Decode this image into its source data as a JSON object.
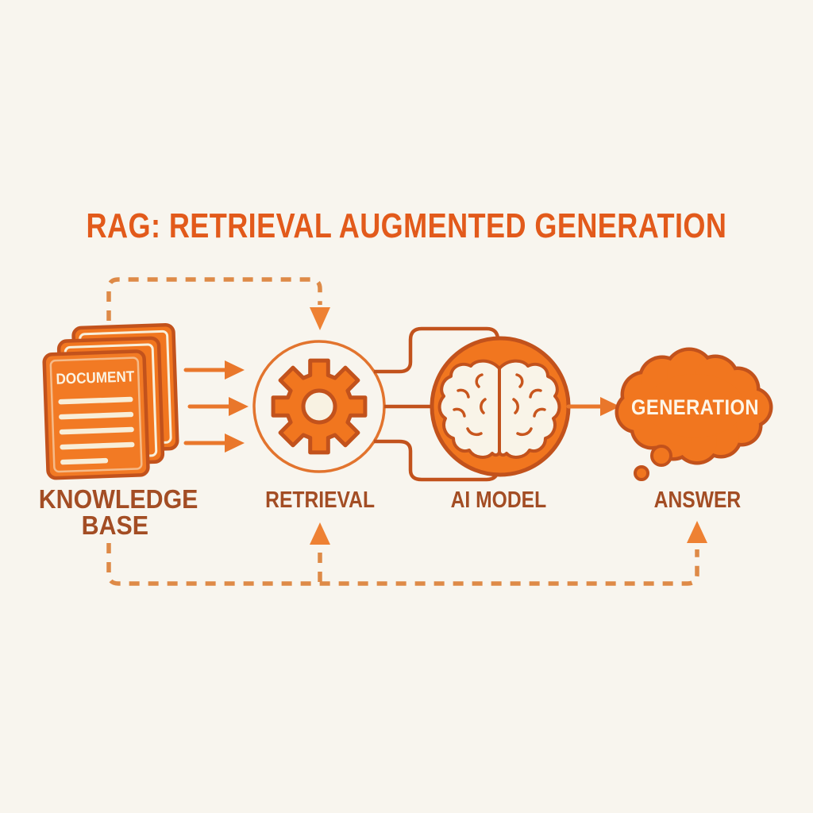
{
  "title": "RAG: RETRIEVAL AUGMENTED GENERATION",
  "diagram": {
    "knowledge_base": {
      "icon": "document-stack-icon",
      "document_label": "DOCUMENT",
      "label_line1": "KNOWLEDGE",
      "label_line2": "BASE"
    },
    "retrieval": {
      "icon": "gear-icon",
      "label": "RETRIEVAL"
    },
    "ai_model": {
      "icon": "brain-icon",
      "label": "AI MODEL"
    },
    "generation": {
      "icon": "thought-cloud-icon",
      "bubble_label": "GENERATION"
    },
    "answer": {
      "label": "ANSWER"
    }
  },
  "connectors": {
    "input_arrows_count": 3,
    "top_dashed_loop": "knowledge-base to retrieval",
    "bottom_dashed_loop": "knowledge-base to retrieval and answer"
  },
  "colors": {
    "background": "#f8f5ee",
    "orange_fill": "#f1761f",
    "orange_border": "#c2521c",
    "arrow_orange": "#e9772b",
    "dashed_line": "#de8a47",
    "dashed_arrowhead": "#ee8133",
    "title_text": "#e25a1b",
    "label_text": "#a34d24",
    "cream": "#f8efda"
  }
}
